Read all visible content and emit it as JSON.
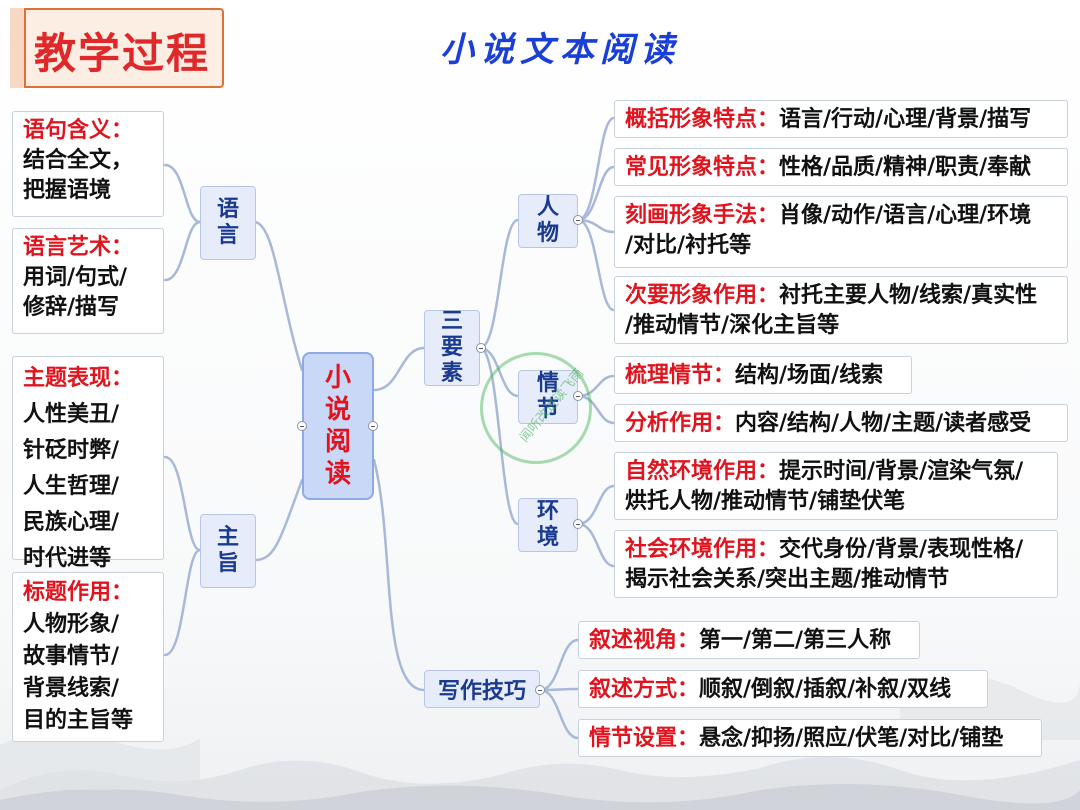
{
  "header": {
    "section_title": "教学过程",
    "main_title": "小说文本阅读"
  },
  "center": {
    "chars": [
      "小",
      "说",
      "阅",
      "读"
    ]
  },
  "left": {
    "language": {
      "label_chars": [
        "语",
        "言"
      ],
      "items": [
        {
          "title": "语句含义：",
          "lines": [
            "结合全文，",
            "把握语境"
          ]
        },
        {
          "title": "语言艺术：",
          "lines": [
            "用词/句式/",
            "修辞/描写"
          ]
        }
      ]
    },
    "theme": {
      "label_chars": [
        "主",
        "旨"
      ],
      "items": [
        {
          "title": "主题表现：",
          "lines": [
            "人性美丑/",
            "针砭时弊/",
            "人生哲理/",
            "民族心理/",
            "时代进等"
          ]
        },
        {
          "title": "标题作用：",
          "lines": [
            "人物形象/",
            "故事情节/",
            "背景线索/",
            "目的主旨等"
          ]
        }
      ]
    }
  },
  "right": {
    "three_elements": {
      "label_chars": [
        "三",
        "要",
        "素"
      ]
    },
    "character": {
      "label_chars": [
        "人",
        "物"
      ],
      "items": [
        {
          "title": "概括形象特点：",
          "lines": [
            "语言/行动/心理/背景/描写"
          ]
        },
        {
          "title": "常见形象特点：",
          "lines": [
            "性格/品质/精神/职责/奉献"
          ]
        },
        {
          "title": "刻画形象手法：",
          "lines": [
            "肖像/动作/语言/心理/环境",
            "/对比/衬托等"
          ]
        },
        {
          "title": "次要形象作用：",
          "lines": [
            "衬托主要人物/线索/真实性",
            "/推动情节/深化主旨等"
          ]
        }
      ]
    },
    "plot": {
      "label_chars": [
        "情",
        "节"
      ],
      "items": [
        {
          "title": "梳理情节：",
          "lines": [
            "结构/场面/线索"
          ]
        },
        {
          "title": "分析作用：",
          "lines": [
            "内容/结构/人物/主题/读者感受"
          ]
        }
      ]
    },
    "environment": {
      "label_chars": [
        "环",
        "境"
      ],
      "items": [
        {
          "title": "自然环境作用：",
          "lines": [
            "提示时间/背景/渲染气氛/",
            "烘托人物/推动情节/铺垫伏笔"
          ]
        },
        {
          "title": "社会环境作用：",
          "lines": [
            "交代身份/背景/表现性格/",
            "揭示社会关系/突出主题/推动情节"
          ]
        }
      ]
    },
    "writing": {
      "label": "写作技巧",
      "items": [
        {
          "title": "叙述视角：",
          "lines": [
            "第一/第二/第三人称"
          ]
        },
        {
          "title": "叙述方式：",
          "lines": [
            "顺叙/倒叙/插叙/补叙/双线"
          ]
        },
        {
          "title": "情节设置：",
          "lines": [
            "悬念/抑扬/照应/伏笔/对比/铺垫"
          ]
        }
      ]
    }
  },
  "watermark": "闻听改进读飞雨",
  "colors": {
    "title_red": "#e0141e",
    "heading_blue": "#1a3fd6",
    "connector": "#a8b8d8",
    "node_fill": "#e6ecf9"
  }
}
